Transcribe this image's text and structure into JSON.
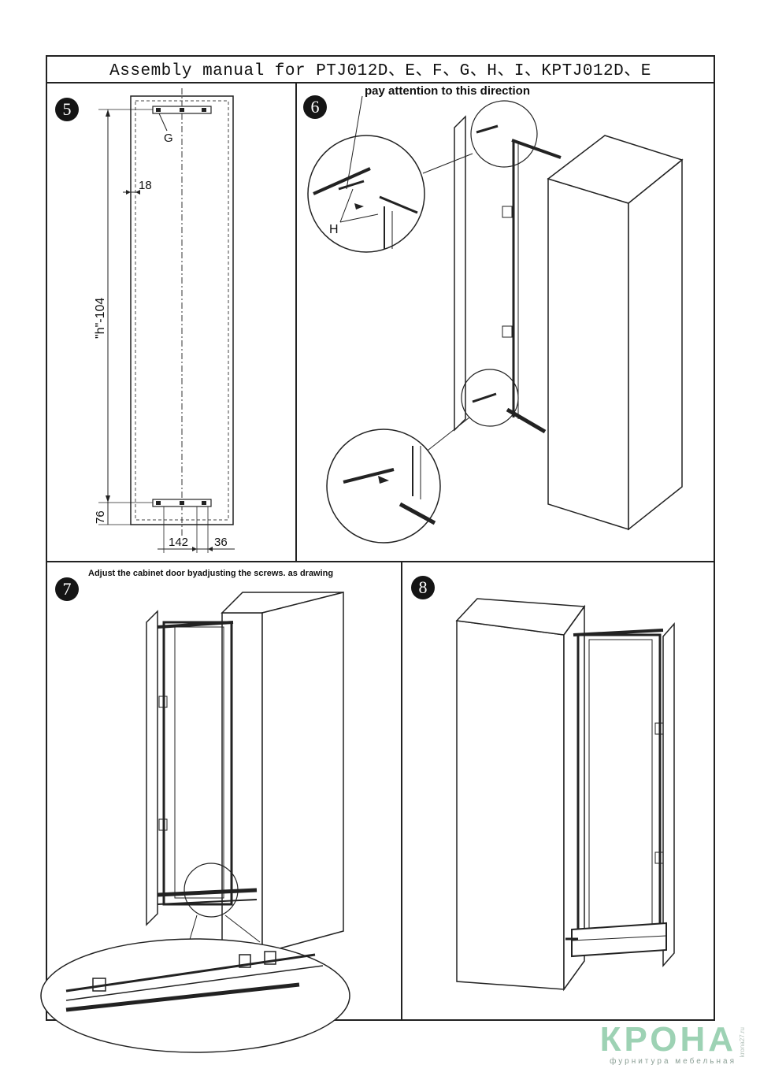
{
  "title": "Assembly manual for PTJ012D、E、F、G、H、I、KPTJ012D、E",
  "steps": [
    {
      "number": "5",
      "labels": {
        "g": "G",
        "dim_18": "18",
        "dim_h": "\"h\"-104",
        "dim_76": "76",
        "dim_142": "142",
        "dim_36": "36"
      }
    },
    {
      "number": "6",
      "note": "pay attention to this direction",
      "labels": {
        "h": "H"
      }
    },
    {
      "number": "7",
      "note": "Adjust the cabinet door byadjusting the screws. as drawing"
    },
    {
      "number": "8"
    }
  ],
  "brand": {
    "name": "КРОНА",
    "subtitle": "фурнитура мебельная",
    "side": "krona27.ru"
  },
  "colors": {
    "line": "#222222",
    "badge": "#151515",
    "brand": "#9dd2b4"
  }
}
